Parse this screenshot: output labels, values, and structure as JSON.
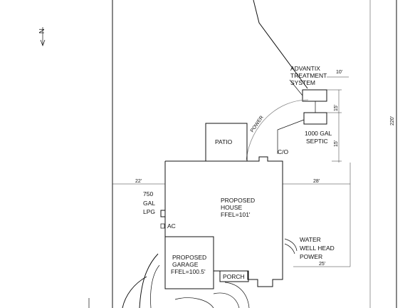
{
  "labels": {
    "north": "N",
    "advantix_line1": "ADVANTIX",
    "advantix_line2": "TREATMENT",
    "advantix_line3": "SYSTEM",
    "septic_line1": "1000 GAL",
    "septic_line2": "SEPTIC",
    "patio": "PATIO",
    "power_arc": "POWER",
    "cleanout": "C/O",
    "house_line1": "PROPOSED",
    "house_line2": "HOUSE",
    "house_line3": "FFEL=101'",
    "lpg_line1": "750",
    "lpg_line2": "GAL",
    "lpg_line3": "LPG",
    "ac": "AC",
    "water": "WATER",
    "well_head": "WELL HEAD",
    "power": "POWER",
    "garage_line1": "PROPOSED",
    "garage_line2": "GARAGE",
    "garage_line3": "FFEL=100.5'",
    "porch": "PORCH"
  },
  "dimensions": {
    "left_setback": "22'",
    "right_setback": "28'",
    "well_offset": "25'",
    "top_offset": "10'",
    "tank_spacing_1": "15'",
    "tank_spacing_2": "15'",
    "lot_depth": "220'"
  }
}
